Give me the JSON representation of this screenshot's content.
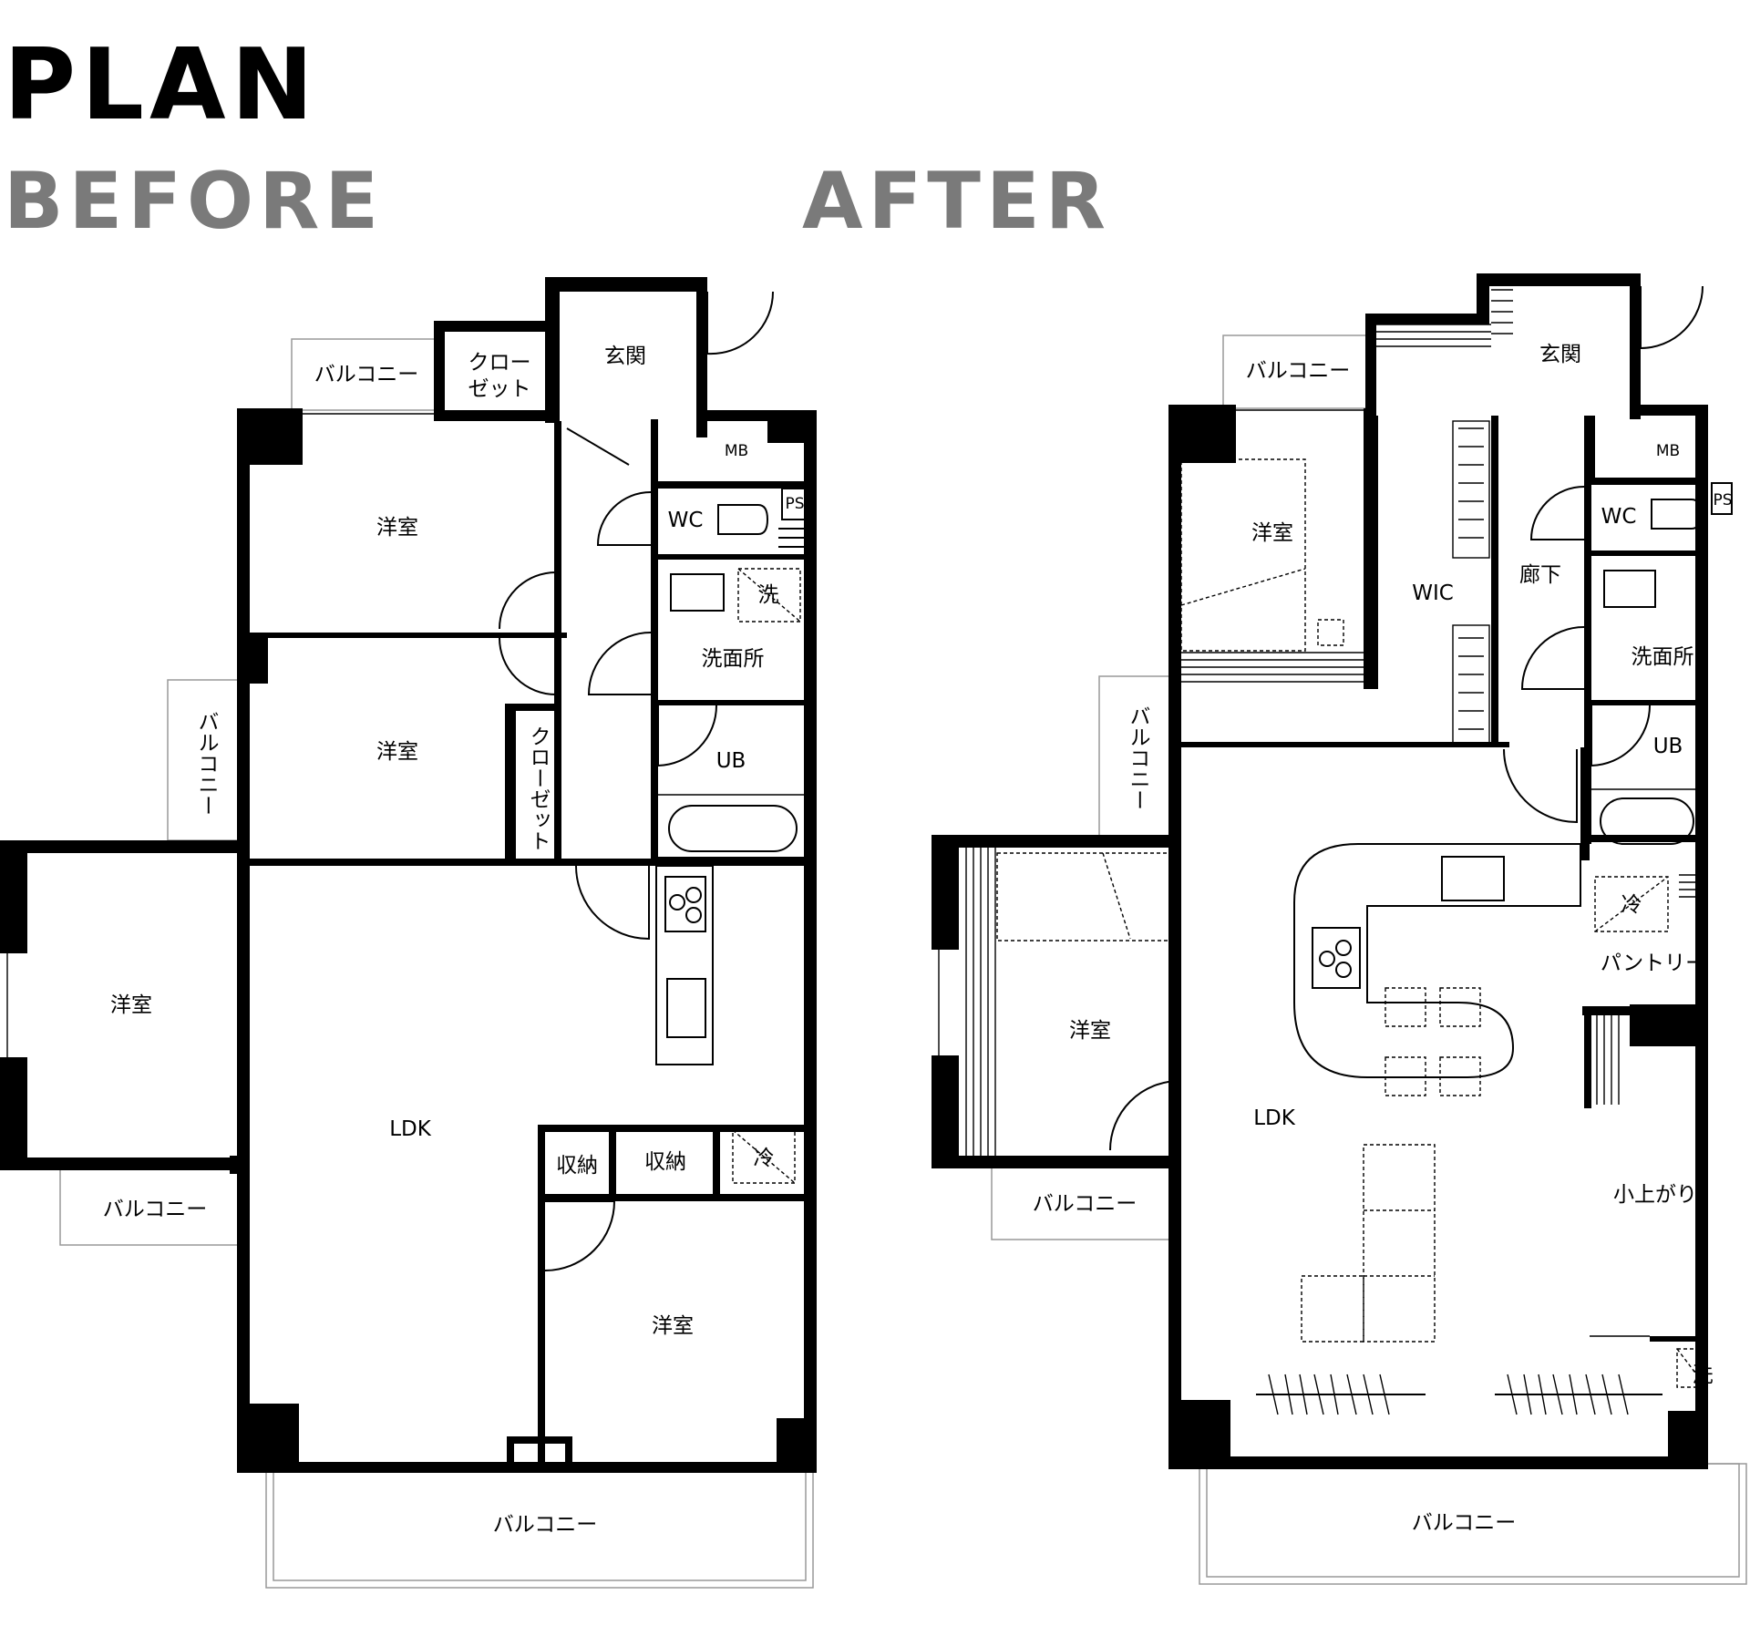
{
  "title": "PLAN",
  "before": {
    "heading": "BEFORE",
    "rooms": {
      "entrance": "玄関",
      "closet_top": "クロー\nゼット",
      "balcony_top": "バルコニー",
      "mb": "MB",
      "wc": "WC",
      "ps": "PS",
      "bedroom_1": "洋室",
      "laundry_mark": "洗",
      "washroom": "洗面所",
      "bedroom_2": "洋室",
      "closet_side": "クローゼット",
      "balcony_side": "バルコニー",
      "ub": "UB",
      "bedroom_3": "洋室",
      "ldk": "LDK",
      "storage_1": "収納",
      "storage_2": "収納",
      "fridge_mark": "冷",
      "balcony_left": "バルコニー",
      "bedroom_4": "洋室",
      "balcony_bottom": "バルコニー"
    }
  },
  "after": {
    "heading": "AFTER",
    "rooms": {
      "balcony_top": "バルコニー",
      "entrance": "玄関",
      "mb": "MB",
      "wc": "WC",
      "ps": "PS",
      "bedroom_1": "洋室",
      "wic": "WIC",
      "hallway": "廊下",
      "washroom": "洗面所",
      "balcony_side": "バルコニー",
      "ub": "UB",
      "fridge_mark": "冷",
      "pantry": "パントリー",
      "bedroom_2": "洋室",
      "ldk": "LDK",
      "raised_area": "小上がり",
      "balcony_left": "バルコニー",
      "laundry_mark": "洗",
      "balcony_bottom": "バルコニー"
    }
  }
}
